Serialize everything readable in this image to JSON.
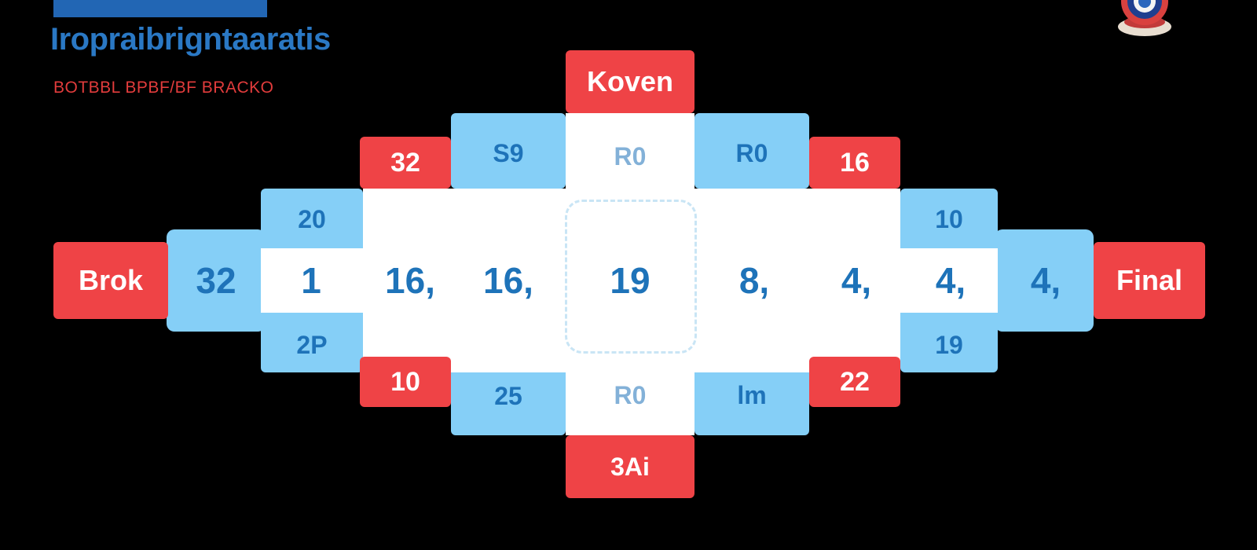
{
  "header": {
    "title": "Iropraibrigntaaratis",
    "subtitle": "BOTBBL BPBF/BF BRACKO"
  },
  "logo": {
    "icon": "globe-logo-icon"
  },
  "colors": {
    "red": "#ef4346",
    "light_blue": "#85cff7",
    "blue_text": "#1e73b9",
    "white": "#ffffff",
    "background": "#000000"
  },
  "bracket": {
    "top_label": "Koven",
    "bottom_label": "3Ai",
    "left_end": "Brok",
    "right_end": "Final",
    "upper_row": [
      "32",
      "S9",
      "R0",
      "R0",
      "16"
    ],
    "second_row": [
      "20",
      "10"
    ],
    "center_row": [
      "32",
      "1",
      "16,",
      "16,",
      "19",
      "8,",
      "4,",
      "4,",
      "4,"
    ],
    "fourth_row": [
      "2P",
      "19"
    ],
    "lower_row": [
      "10",
      "25",
      "R0",
      "lm",
      "22"
    ]
  }
}
